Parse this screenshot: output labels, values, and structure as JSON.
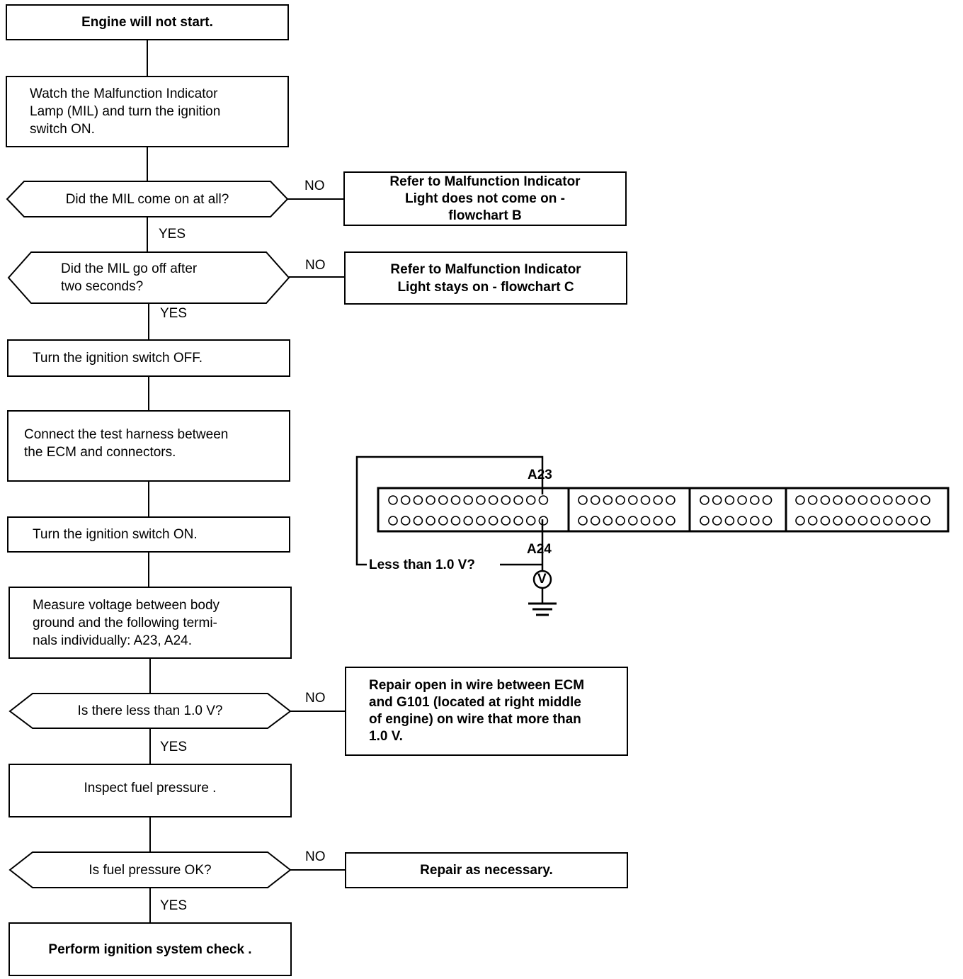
{
  "flowchart": {
    "start": "Engine will not start.",
    "watch_mil": "Watch the Malfunction Indicator\nLamp (MIL) and turn the ignition\nswitch ON.",
    "q_mil_on": "Did the MIL come on at all?",
    "ref_flowchart_b": "Refer to Malfunction Indicator\nLight does not come on -\nflowchart  B",
    "q_mil_off": "Did the MIL go off after\ntwo seconds?",
    "ref_flowchart_c": "Refer to Malfunction Indicator\nLight stays on - flowchart  C",
    "ignition_off": "Turn the ignition switch OFF.",
    "connect_harness": "Connect the test harness between\nthe  ECM  and  connectors.",
    "ignition_on": "Turn the ignition switch ON.",
    "measure_voltage": "Measure voltage between body\nground and the following termi-\nnals individually: A23, A24.",
    "q_less_1v": "Is there less than 1.0 V?",
    "repair_open_wire": "Repair open in wire between ECM\nand G101 (located at right middle\nof engine) on wire that more than\n1.0 V.",
    "inspect_fuel": "Inspect  fuel  pressure .",
    "q_fuel_ok": "Is fuel pressure OK?",
    "repair_necessary": "Repair  as  necessary.",
    "ignition_check": "Perform  ignition  system  check .",
    "yes": "YES",
    "no": "NO"
  },
  "connector_diagram": {
    "terminal_top": "A23",
    "terminal_bottom": "A24",
    "voltage_question": "Less  than  1.0  V?",
    "meter_symbol": "V",
    "groups_pins_per_row": [
      13,
      8,
      6,
      11
    ]
  }
}
